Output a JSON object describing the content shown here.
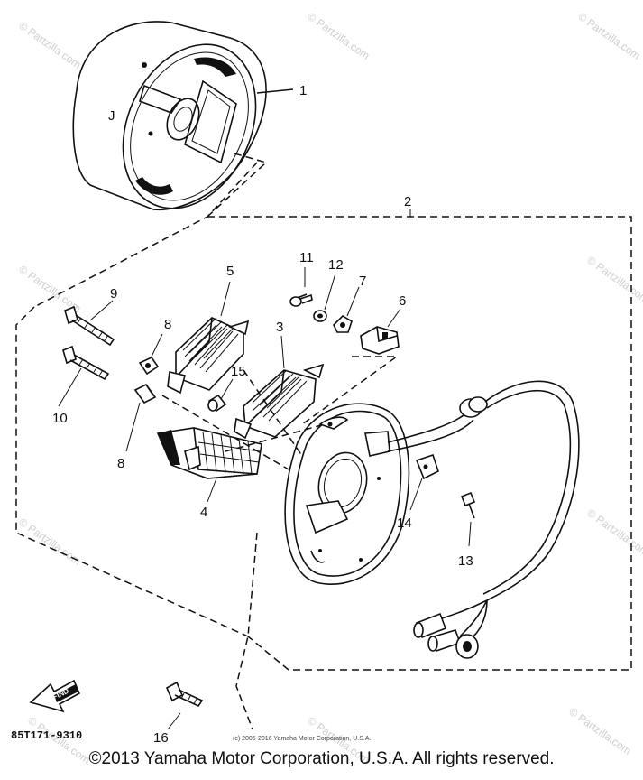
{
  "watermark": "© Partzilla.com",
  "parts": {
    "p1": "1",
    "p2": "2",
    "p3": "3",
    "p4": "4",
    "p5": "5",
    "p6": "6",
    "p7": "7",
    "p8a": "8",
    "p8b": "8",
    "p9": "9",
    "p10": "10",
    "p11": "11",
    "p12": "12",
    "p13": "13",
    "p14": "14",
    "p15": "15",
    "p16": "16"
  },
  "find_label": "FIND",
  "diagram_code": "85T171-9310",
  "small_copyright": "(c) 2005-2016 Yamaha Motor Corporation, U.S.A.",
  "footer": "©2013 Yamaha Motor Corporation, U.S.A. All rights reserved."
}
